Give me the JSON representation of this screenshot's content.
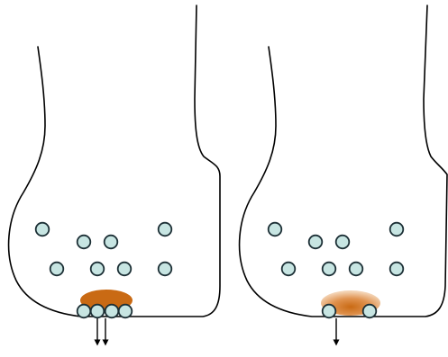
{
  "colors": {
    "background": "#ffffff",
    "outline": "#000000",
    "vesicle_fill": "#c7e5e2",
    "vesicle_stroke": "#1c2f35",
    "fusion_solid": "#c96a14",
    "fusion_gradient_core": "#c96a14",
    "fusion_gradient_edge": "#f3d3b4"
  },
  "panels": [
    {
      "id": "left",
      "fusion_style": "solid",
      "docked_vesicles": 4,
      "release_arrows": 2
    },
    {
      "id": "right",
      "fusion_style": "gradient",
      "docked_vesicles": 2,
      "release_arrows": 1
    }
  ]
}
